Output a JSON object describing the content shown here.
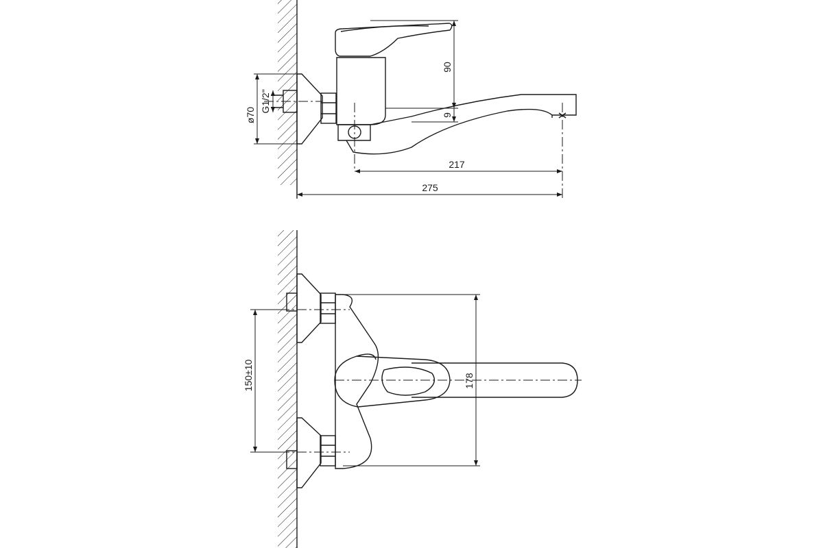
{
  "dimensions": {
    "diameter": "ø70",
    "thread": "G1/2\"",
    "lever_height": "90",
    "spout_offset": "9",
    "spout_reach": "217",
    "total_reach": "275",
    "inlet_spacing": "150±10",
    "body_width": "178"
  }
}
